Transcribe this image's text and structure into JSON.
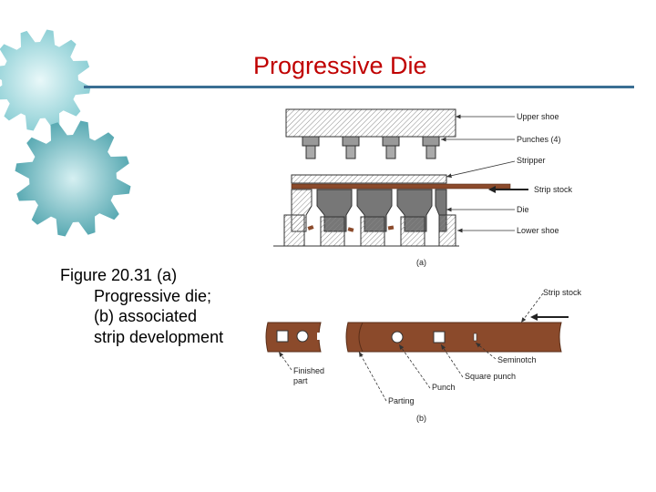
{
  "slide": {
    "title": "Progressive Die",
    "caption_lines": [
      "Figure 20.31 (a)",
      "Progressive die;",
      "(b)  associated",
      "strip development"
    ]
  },
  "figure_a": {
    "panel_label": "(a)",
    "labels": {
      "upper_shoe": "Upper shoe",
      "punches": "Punches (4)",
      "stripper": "Stripper",
      "strip_stock": "Strip stock",
      "die": "Die",
      "lower_shoe": "Lower shoe"
    }
  },
  "figure_b": {
    "panel_label": "(b)",
    "labels": {
      "strip_stock": "Strip stock",
      "seminotch": "Seminotch",
      "square_punch": "Square punch",
      "punch": "Punch",
      "parting": "Parting",
      "finished_part_1": "Finished",
      "finished_part_2": "part"
    }
  },
  "colors": {
    "title": "#c00000",
    "rule": "#3a6f93",
    "strip": "#8b4a2b",
    "gear_light": "#b7e6ea",
    "gear_dark": "#6fb9c0"
  },
  "icons": [
    "gear-icon",
    "gear-icon"
  ]
}
